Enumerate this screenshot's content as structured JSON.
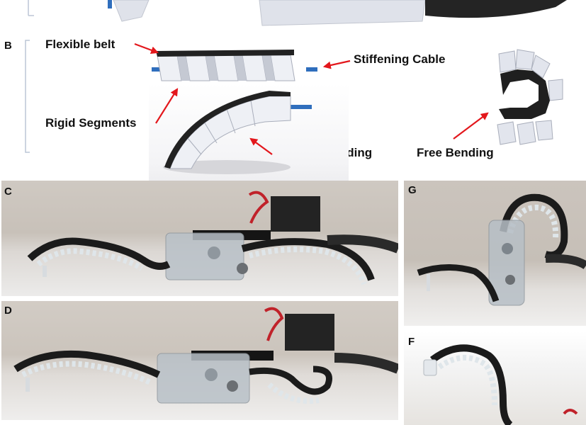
{
  "panels": {
    "b": "B",
    "c": "C",
    "d": "D",
    "g": "G",
    "f": "F"
  },
  "labels": {
    "flexible_belt": "Flexible belt",
    "stiffening_cable": "Stiffening Cable",
    "rigid_segments": "Rigid Segments",
    "limited_bending": "Limited Bending",
    "free_bending": "Free Bending"
  },
  "colors": {
    "arrow": "#e3171c",
    "belt": "#2a2a2a",
    "segment": "#dcdfe8",
    "cable": "#2f6ebd"
  }
}
